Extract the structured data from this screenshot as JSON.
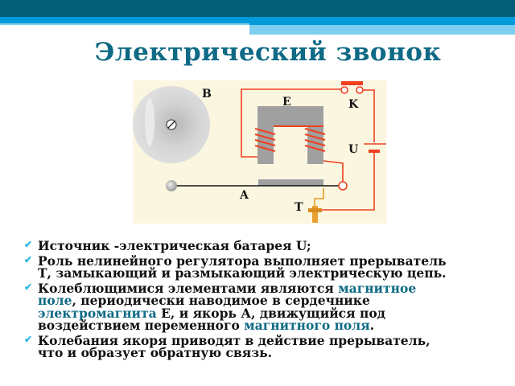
{
  "slide": {
    "title": "Электрический звонок",
    "colors": {
      "header_dark": "#035e78",
      "header_blue": "#009bd8",
      "header_light": "#7ccfee",
      "title": "#0e6a85",
      "highlight": "#0e6a85",
      "wire": "#f04020"
    }
  },
  "diagram": {
    "labels": {
      "bell": "B",
      "electromagnet": "E",
      "key": "K",
      "battery": "U",
      "armature": "A",
      "interrupter": "T"
    }
  },
  "bullets": [
    {
      "parts": [
        "Источник -электрическая батарея U;"
      ]
    },
    {
      "parts": [
        "Роль нелинейного регулятора выполняет прерыватель",
        "Т, замыкающий и размыкающий электрическую цепь."
      ]
    },
    {
      "parts": [
        "Колеблющимися элементами являются ",
        "магнитное",
        "поле",
        ", периодически наводимое в сердечнике",
        "электромагнита",
        " Е, и якорь А, движущийся под",
        "воздействием переменного ",
        "магнитного поля",
        "."
      ]
    },
    {
      "parts": [
        "Колебания якоря приводят в действие прерыватель,",
        "что и образует обратную связь."
      ]
    }
  ],
  "bullet_icon": "check-icon"
}
